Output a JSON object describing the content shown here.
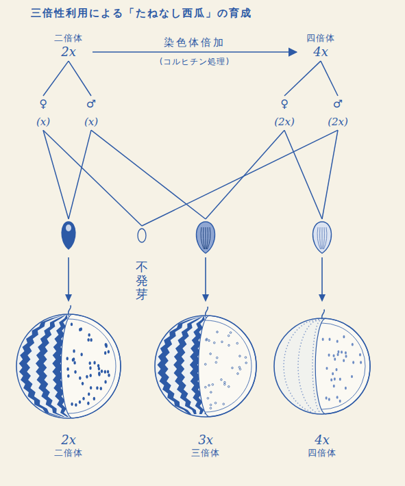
{
  "diagram": {
    "title": "三倍性利用による「たねなし西瓜」の育成",
    "nodes": [
      {
        "text": [
          "二倍体",
          "2x"
        ]
      },
      {
        "text": [
          "四倍体",
          "4x"
        ]
      },
      {
        "text": [
          "♀",
          "(x)"
        ]
      },
      {
        "text": [
          "♂",
          "(x)"
        ]
      },
      {
        "text": [
          "♀",
          "(2x)"
        ]
      },
      {
        "text": [
          "♂",
          "(2x)"
        ]
      },
      {
        "text": [
          "2x",
          "二倍体"
        ]
      },
      {
        "text": [
          "不発芽"
        ]
      },
      {
        "text": [
          "3x",
          "三倍体"
        ]
      },
      {
        "text": [
          "4x",
          "四倍体"
        ]
      }
    ],
    "edges": [
      {
        "from": 0,
        "to": 1,
        "arrow": "to",
        "label": "染色体倍加"
      },
      {
        "from": 0,
        "to": 2,
        "arrow": "none"
      },
      {
        "from": 0,
        "to": 3,
        "arrow": "none"
      },
      {
        "from": 1,
        "to": 4,
        "arrow": "none"
      },
      {
        "from": 1,
        "to": 5,
        "arrow": "none"
      },
      {
        "from": 2,
        "to": 6,
        "arrow": "none"
      },
      {
        "from": 3,
        "to": 6,
        "arrow": "none"
      },
      {
        "from": 2,
        "to": 7,
        "arrow": "none"
      },
      {
        "from": 5,
        "to": 7,
        "arrow": "none"
      },
      {
        "from": 3,
        "to": 8,
        "arrow": "none"
      },
      {
        "from": 4,
        "to": 8,
        "arrow": "none"
      },
      {
        "from": 4,
        "to": 9,
        "arrow": "none"
      },
      {
        "from": 5,
        "to": 9,
        "arrow": "none"
      }
    ],
    "labels": [
      "(コルヒチン処理)"
    ]
  }
}
